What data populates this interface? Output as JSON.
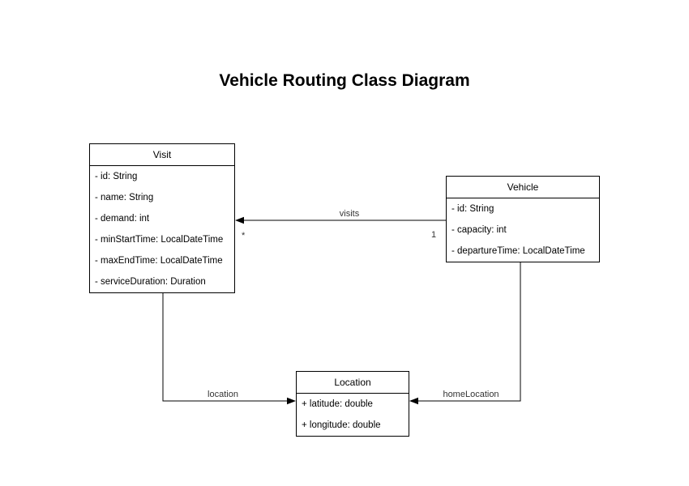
{
  "title": "Vehicle Routing Class Diagram",
  "colors": {
    "background": "#ffffff",
    "stroke": "#000000",
    "class_text": "#000000",
    "connector_label": "#333333"
  },
  "classes": {
    "visit": {
      "name": "Visit",
      "attributes": [
        "- id: String",
        "- name: String",
        "- demand: int",
        "- minStartTime: LocalDateTime",
        "- maxEndTime: LocalDateTime",
        "- serviceDuration: Duration"
      ]
    },
    "vehicle": {
      "name": "Vehicle",
      "attributes": [
        "- id: String",
        "- capacity: int",
        "- departureTime: LocalDateTime"
      ]
    },
    "location": {
      "name": "Location",
      "attributes": [
        "+ latitude: double",
        "+ longitude: double"
      ]
    }
  },
  "connectors": {
    "visits": {
      "label": "visits",
      "from": "Vehicle",
      "to": "Visit",
      "multiplicity_at_visit": "*",
      "multiplicity_at_vehicle": "1"
    },
    "location": {
      "label": "location",
      "from": "Visit",
      "to": "Location"
    },
    "homeLocation": {
      "label": "homeLocation",
      "from": "Vehicle",
      "to": "Location"
    }
  }
}
